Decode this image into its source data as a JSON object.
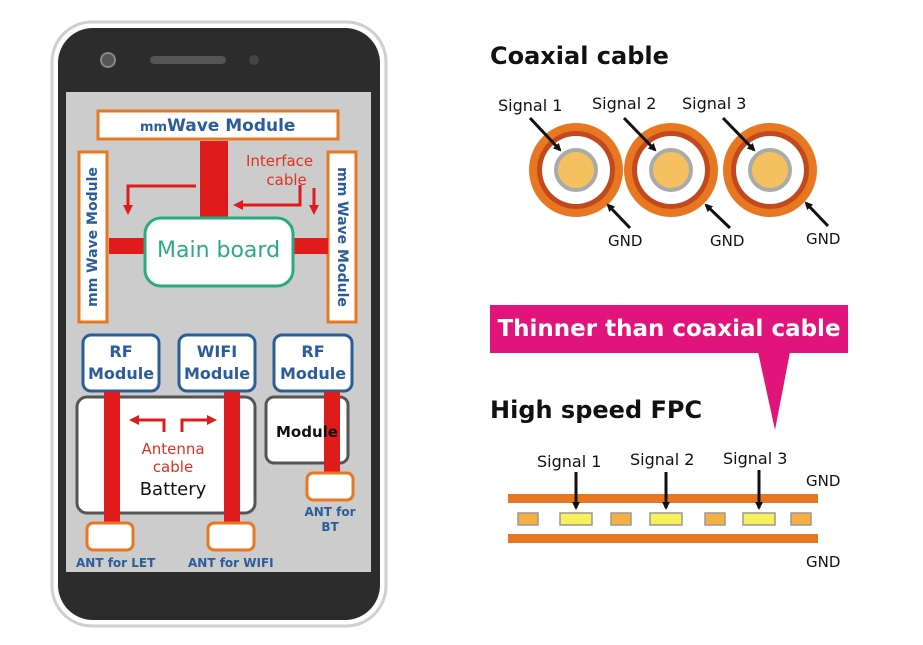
{
  "phone": {
    "mmwave_top": {
      "prefix": "mm",
      "label": "Wave  Module"
    },
    "mmwave_left": "mm  Wave  Module",
    "mmwave_right": "mm  Wave  Module",
    "interface_cable": [
      "Interface",
      "cable"
    ],
    "main_board": "Main board",
    "modules": [
      {
        "line1": "RF",
        "line2": "Module"
      },
      {
        "line1": "WIFI",
        "line2": "Module"
      },
      {
        "line1": "RF",
        "line2": "Module"
      }
    ],
    "antenna_cable": [
      "Antenna",
      "cable"
    ],
    "battery": "Battery",
    "module_small": "Module",
    "ant_lte": "ANT for LET",
    "ant_wifi": "ANT for WIFI",
    "ant_bt": [
      "ANT for",
      "BT"
    ]
  },
  "coax": {
    "title": "Coaxial cable",
    "signals": [
      "Signal 1",
      "Signal 2",
      "Signal  3"
    ],
    "gnd": [
      "GND",
      "GND",
      "GND"
    ]
  },
  "callout": "Thinner than coaxial cable",
  "fpc": {
    "title": "High speed FPC",
    "signals": [
      "Signal  1",
      "Signal  2",
      "Signal  3"
    ],
    "gnd_top": "GND",
    "gnd_bottom": "GND"
  },
  "colors": {
    "orange": "#e87722",
    "red": "#e01b1b",
    "blue": "#2b5d9a",
    "green": "#2aab7f",
    "pink": "#e0147a",
    "phone_body": "#2c2c2c",
    "screen": "#cccccc"
  }
}
